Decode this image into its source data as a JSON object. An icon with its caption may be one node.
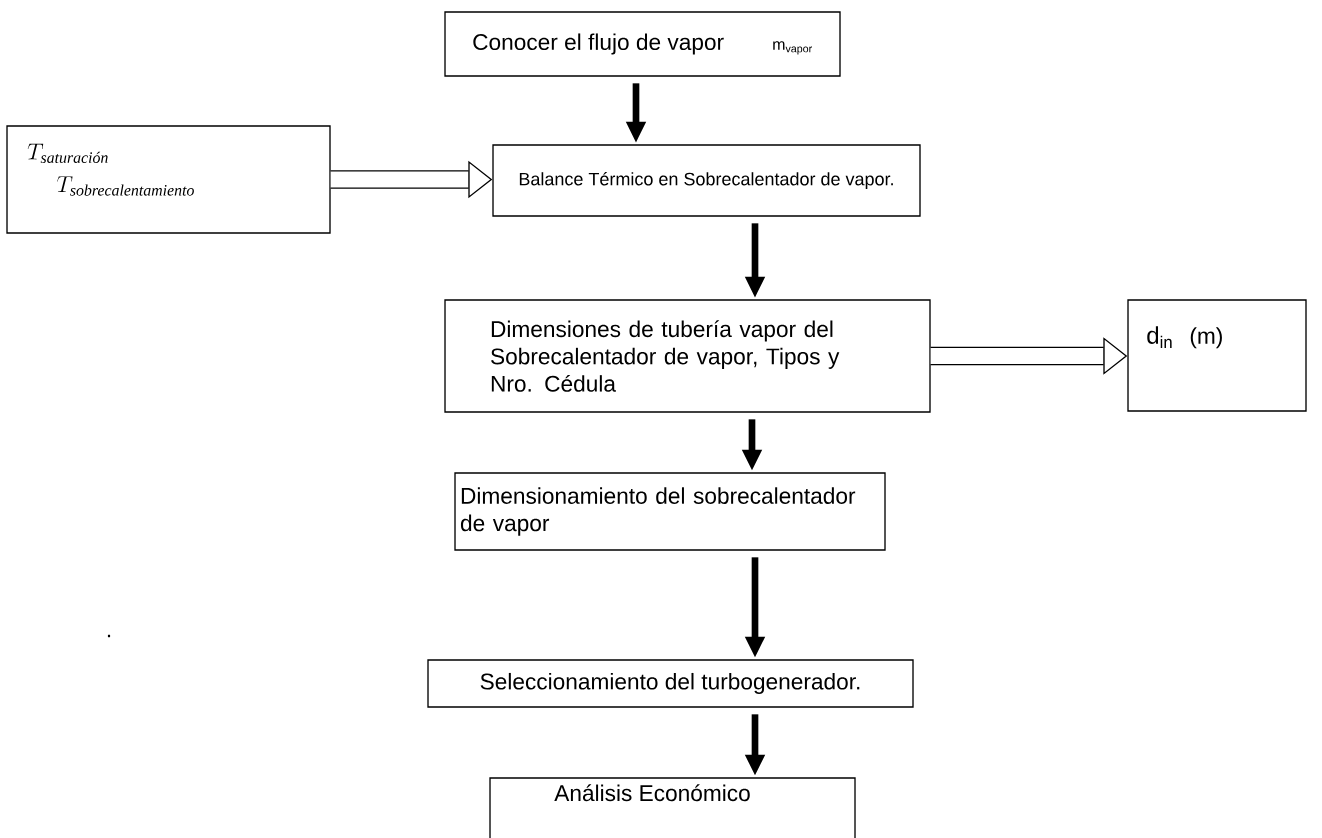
{
  "diagram": {
    "nodes": [
      {
        "text": [
          "Conocer el flujo de vapor",
          "\\mathrm{m}_{\\mathrm{vapor}}"
        ]
      },
      {
        "text": [
          "T_{\\textit{saturación}}",
          "T_{\\textit{sobrecalentamiento}}"
        ]
      },
      {
        "text": [
          "Balance Térmico en Sobrecalentador de vapor."
        ]
      },
      {
        "text": [
          "Dimensiones de tubería vapor del Sobrecalentador de vapor, Tipos y Nro. Cédula"
        ]
      },
      {
        "text": [
          "\\mathrm{d}_{\\mathrm{in}}",
          "(m)"
        ]
      },
      {
        "text": [
          "Dimensionamiento del sobrecalentador de vapor"
        ]
      },
      {
        "text": [
          "Seleccionamiento del turbogenerador."
        ]
      },
      {
        "text": [
          "Análisis Económico"
        ]
      }
    ],
    "edges": [
      {
        "from": 0,
        "to": 2,
        "arrow": "to"
      },
      {
        "from": 1,
        "to": 2,
        "arrow": "to",
        "style": "thick"
      },
      {
        "from": 2,
        "to": 3,
        "arrow": "to"
      },
      {
        "from": 3,
        "to": 4,
        "arrow": "to",
        "style": "thick"
      },
      {
        "from": 3,
        "to": 5,
        "arrow": "to"
      },
      {
        "from": 5,
        "to": 6,
        "arrow": "to"
      },
      {
        "from": 6,
        "to": 7,
        "arrow": "to"
      }
    ],
    "labels": [
      "."
    ]
  }
}
